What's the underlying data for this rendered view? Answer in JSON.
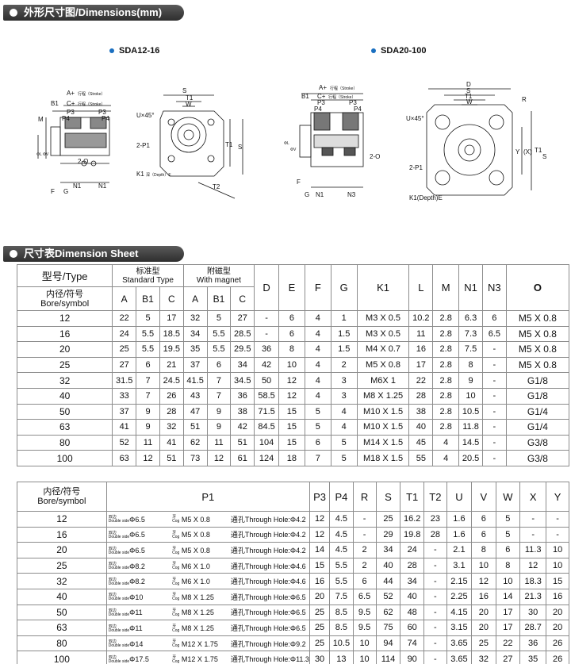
{
  "header_title": "外形尺寸图/Dimensions(mm)",
  "sheet_title": "尺寸表Dimension Sheet",
  "models": {
    "left": "SDA12-16",
    "right": "SDA20-100"
  },
  "drawing_labels": {
    "stroke_a": "A+",
    "stroke_a_note": "行程（Stroke）",
    "stroke_c": "C+",
    "stroke_c_note": "行程（Stroke）",
    "b1": "B1",
    "p3": "P3",
    "p4": "P4",
    "m": "M",
    "f": "F",
    "g": "G",
    "n1": "N1",
    "n3": "N3",
    "e": "E",
    "two_o": "2-O",
    "two_p1": "2-P1",
    "k1_left": "K1",
    "k1_left_note": "深（Depth）E",
    "k1_right": "K1(Depth)E",
    "u45": "U×45°",
    "s": "S",
    "t1": "T1",
    "t2": "T2",
    "w": "W",
    "d": "D",
    "r": "R",
    "x": "(X)",
    "y": "Y",
    "phi_l": "ΦL",
    "phi_v": "ΦV",
    "tol": "-0.05"
  },
  "table1": {
    "header": {
      "type": "型号/Type",
      "standard": "标准型",
      "standard_en": "Standard Type",
      "magnet": "附磁型",
      "magnet_en": "With magnet",
      "bore": "内径/符号",
      "bore_en": "Bore/symbol",
      "cols": [
        "A",
        "B1",
        "C",
        "A",
        "B1",
        "C",
        "D",
        "E",
        "F",
        "G",
        "K1",
        "L",
        "M",
        "N1",
        "N3",
        "O"
      ]
    },
    "rows": [
      [
        "12",
        "22",
        "5",
        "17",
        "32",
        "5",
        "27",
        "-",
        "6",
        "4",
        "1",
        "M3 X 0.5",
        "10.2",
        "2.8",
        "6.3",
        "6",
        "M5 X 0.8"
      ],
      [
        "16",
        "24",
        "5.5",
        "18.5",
        "34",
        "5.5",
        "28.5",
        "-",
        "6",
        "4",
        "1.5",
        "M3 X 0.5",
        "11",
        "2.8",
        "7.3",
        "6.5",
        "M5 X 0.8"
      ],
      [
        "20",
        "25",
        "5.5",
        "19.5",
        "35",
        "5.5",
        "29.5",
        "36",
        "8",
        "4",
        "1.5",
        "M4 X 0.7",
        "16",
        "2.8",
        "7.5",
        "-",
        "M5 X 0.8"
      ],
      [
        "25",
        "27",
        "6",
        "21",
        "37",
        "6",
        "34",
        "42",
        "10",
        "4",
        "2",
        "M5 X 0.8",
        "17",
        "2.8",
        "8",
        "-",
        "M5 X 0.8"
      ],
      [
        "32",
        "31.5",
        "7",
        "24.5",
        "41.5",
        "7",
        "34.5",
        "50",
        "12",
        "4",
        "3",
        "M6X 1",
        "22",
        "2.8",
        "9",
        "-",
        "G1/8"
      ],
      [
        "40",
        "33",
        "7",
        "26",
        "43",
        "7",
        "36",
        "58.5",
        "12",
        "4",
        "3",
        "M8 X 1.25",
        "28",
        "2.8",
        "10",
        "-",
        "G1/8"
      ],
      [
        "50",
        "37",
        "9",
        "28",
        "47",
        "9",
        "38",
        "71.5",
        "15",
        "5",
        "4",
        "M10 X 1.5",
        "38",
        "2.8",
        "10.5",
        "-",
        "G1/4"
      ],
      [
        "63",
        "41",
        "9",
        "32",
        "51",
        "9",
        "42",
        "84.5",
        "15",
        "5",
        "4",
        "M10 X 1.5",
        "40",
        "2.8",
        "11.8",
        "-",
        "G1/4"
      ],
      [
        "80",
        "52",
        "11",
        "41",
        "62",
        "11",
        "51",
        "104",
        "15",
        "6",
        "5",
        "M14 X 1.5",
        "45",
        "4",
        "14.5",
        "-",
        "G3/8"
      ],
      [
        "100",
        "63",
        "12",
        "51",
        "73",
        "12",
        "61",
        "124",
        "18",
        "7",
        "5",
        "M18 X 1.5",
        "55",
        "4",
        "20.5",
        "-",
        "G3/8"
      ]
    ]
  },
  "table2": {
    "header": {
      "bore": "内径/符号",
      "bore_en": "Bore/symbol",
      "cols": [
        "P1",
        "P3",
        "P4",
        "R",
        "S",
        "T1",
        "T2",
        "U",
        "V",
        "W",
        "X",
        "Y"
      ]
    },
    "p1_labels": {
      "double_cn": "双边",
      "double_en": "Double side",
      "cog_cn": "牙",
      "cog_en": "Cog",
      "through": "通孔Through Hole:"
    },
    "rows": [
      {
        "bore": "12",
        "p1_dia": "Φ6.5",
        "p1_cog": "M5 X 0.8",
        "p1_hole": "Φ4.2",
        "vals": [
          "12",
          "4.5",
          "-",
          "25",
          "16.2",
          "23",
          "1.6",
          "6",
          "5",
          "-",
          "-"
        ]
      },
      {
        "bore": "16",
        "p1_dia": "Φ6.5",
        "p1_cog": "M5 X 0.8",
        "p1_hole": "Φ4.2",
        "vals": [
          "12",
          "4.5",
          "-",
          "29",
          "19.8",
          "28",
          "1.6",
          "6",
          "5",
          "-",
          "-"
        ]
      },
      {
        "bore": "20",
        "p1_dia": "Φ6.5",
        "p1_cog": "M5 X 0.8",
        "p1_hole": "Φ4.2",
        "vals": [
          "14",
          "4.5",
          "2",
          "34",
          "24",
          "-",
          "2.1",
          "8",
          "6",
          "11.3",
          "10"
        ]
      },
      {
        "bore": "25",
        "p1_dia": "Φ8.2",
        "p1_cog": "M6 X 1.0",
        "p1_hole": "Φ4.6",
        "vals": [
          "15",
          "5.5",
          "2",
          "40",
          "28",
          "-",
          "3.1",
          "10",
          "8",
          "12",
          "10"
        ]
      },
      {
        "bore": "32",
        "p1_dia": "Φ8.2",
        "p1_cog": "M6 X 1.0",
        "p1_hole": "Φ4.6",
        "vals": [
          "16",
          "5.5",
          "6",
          "44",
          "34",
          "-",
          "2.15",
          "12",
          "10",
          "18.3",
          "15"
        ]
      },
      {
        "bore": "40",
        "p1_dia": "Φ10",
        "p1_cog": "M8 X 1.25",
        "p1_hole": "Φ6.5",
        "vals": [
          "20",
          "7.5",
          "6.5",
          "52",
          "40",
          "-",
          "2.25",
          "16",
          "14",
          "21.3",
          "16"
        ]
      },
      {
        "bore": "50",
        "p1_dia": "Φ11",
        "p1_cog": "M8 X 1.25",
        "p1_hole": "Φ6.5",
        "vals": [
          "25",
          "8.5",
          "9.5",
          "62",
          "48",
          "-",
          "4.15",
          "20",
          "17",
          "30",
          "20"
        ]
      },
      {
        "bore": "63",
        "p1_dia": "Φ11",
        "p1_cog": "M8 X 1.25",
        "p1_hole": "Φ6.5",
        "vals": [
          "25",
          "8.5",
          "9.5",
          "75",
          "60",
          "-",
          "3.15",
          "20",
          "17",
          "28.7",
          "20"
        ]
      },
      {
        "bore": "80",
        "p1_dia": "Φ14",
        "p1_cog": "M12 X 1.75",
        "p1_hole": "Φ9.2",
        "vals": [
          "25",
          "10.5",
          "10",
          "94",
          "74",
          "-",
          "3.65",
          "25",
          "22",
          "36",
          "26"
        ]
      },
      {
        "bore": "100",
        "p1_dia": "Φ17.5",
        "p1_cog": "M12 X 1.75",
        "p1_hole": "Φ11.3",
        "vals": [
          "30",
          "13",
          "10",
          "114",
          "90",
          "-",
          "3.65",
          "32",
          "27",
          "35",
          "26"
        ]
      }
    ]
  }
}
